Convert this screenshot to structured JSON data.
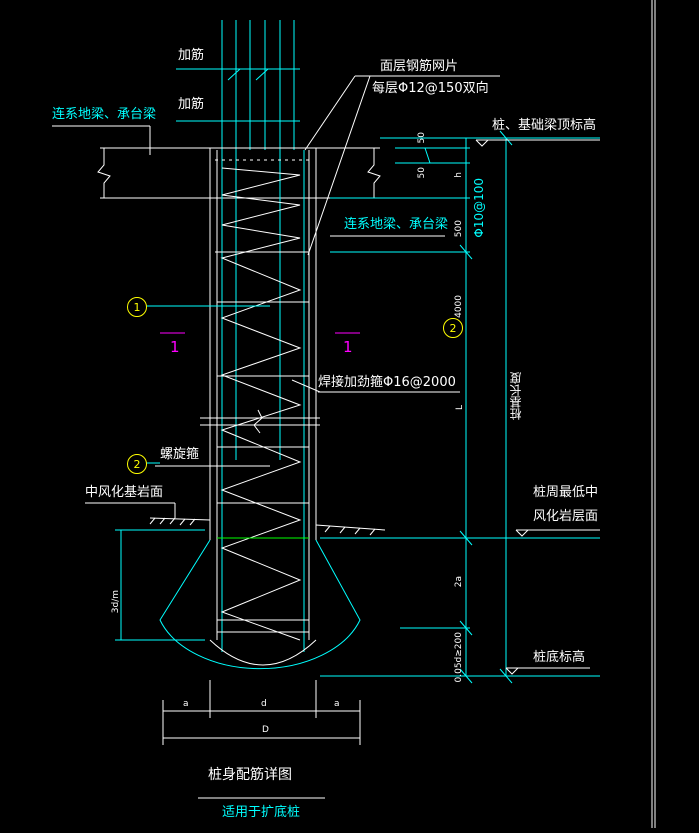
{
  "labels": {
    "add_bar_top": "加筋",
    "add_bar_2": "加筋",
    "top_mesh_title": "面层钢筋网片",
    "top_mesh_spec": "每层Φ12@150双向",
    "tie_beam_left": "连系地梁、承台梁",
    "tie_beam_right": "连系地梁、承台梁",
    "pile_top_elev": "桩、基础梁顶标高",
    "stirrup_spec": "Φ10@100",
    "stiffener": "焊接加劲箍Φ16@2000",
    "spiral": "螺旋箍",
    "weathered_rock": "中风化基岩面",
    "rock_layer_1": "桩周最低中",
    "rock_layer_2": "风化岩层面",
    "pile_bottom_elev": "桩底标高",
    "pile_length": "桩基长度",
    "title": "桩身配筋详图",
    "subtitle": "适用于扩底桩"
  },
  "dims": {
    "d50a": "50",
    "d50b": "50",
    "d500": "500",
    "h": "h",
    "d4000": "4000",
    "L": "L",
    "ha": "2a",
    "d_bot": "0.05d≥200",
    "hm": "3d/m",
    "a_left": "a",
    "d": "d",
    "a_right": "a",
    "D": "D"
  },
  "markers": {
    "c1": "1",
    "c2_left": "2",
    "c2_right": "2",
    "sec_left": "1",
    "sec_right": "1"
  },
  "colors": {
    "background": "#000000",
    "cyan": "#00ffff",
    "white": "#ffffff",
    "yellow": "#ffff00",
    "magenta": "#ff00ff",
    "green": "#00ff00"
  }
}
